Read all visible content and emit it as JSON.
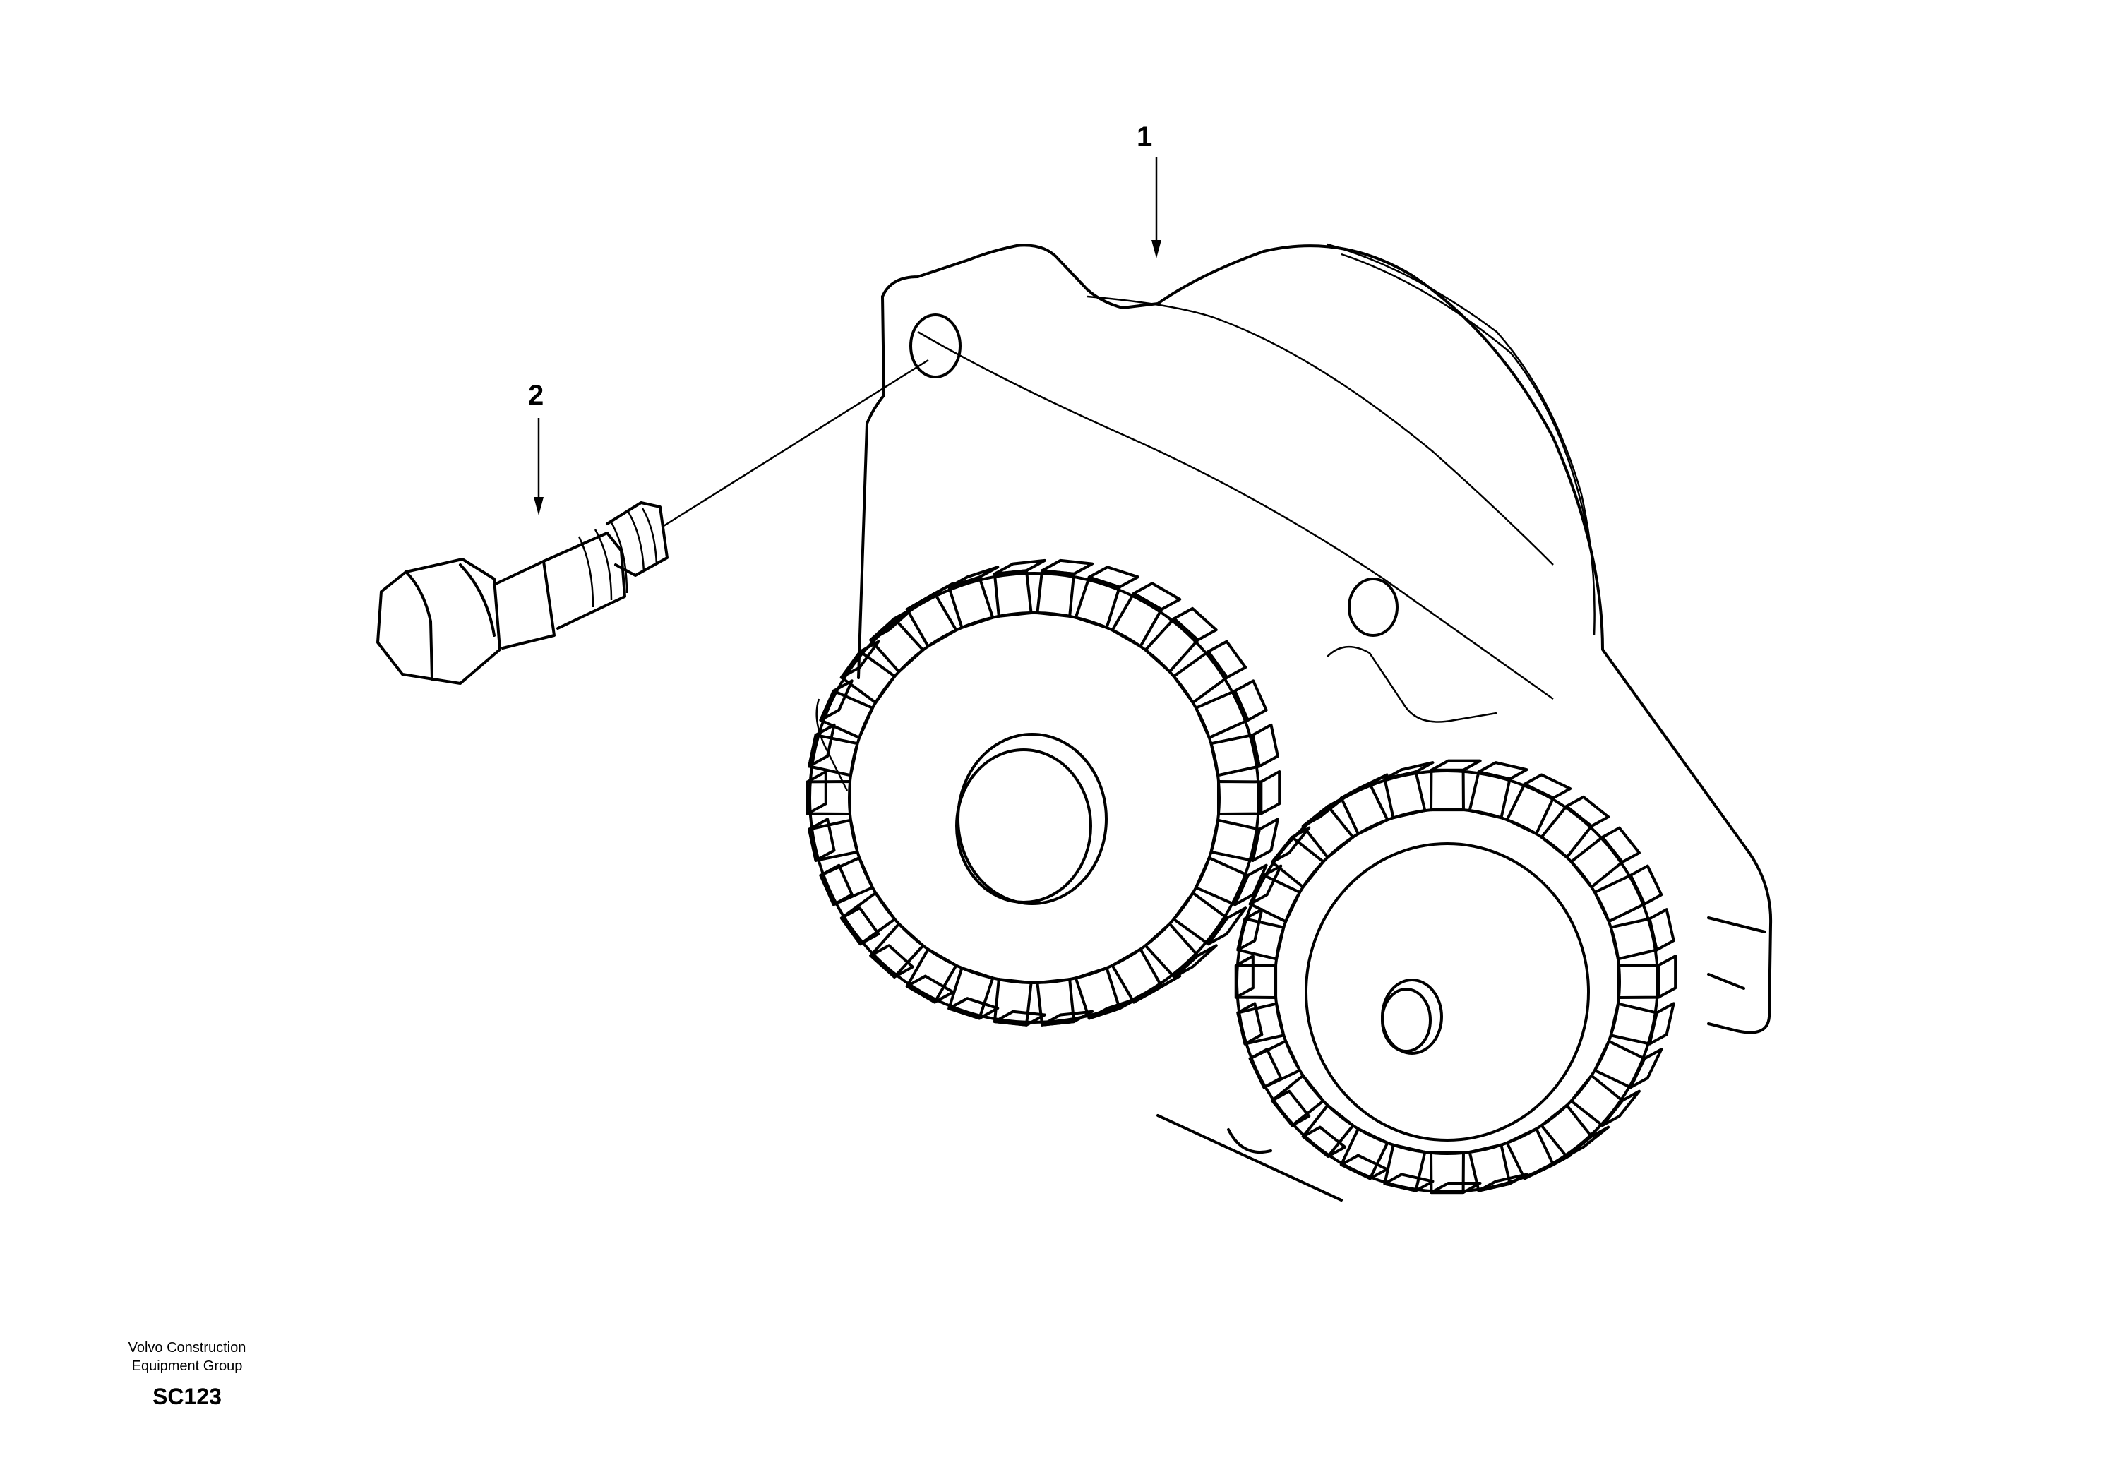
{
  "callouts": [
    {
      "number": "1"
    },
    {
      "number": "2"
    }
  ],
  "footer": {
    "company_line1": "Volvo Construction",
    "company_line2": "Equipment Group",
    "figure_code": "SC123"
  }
}
